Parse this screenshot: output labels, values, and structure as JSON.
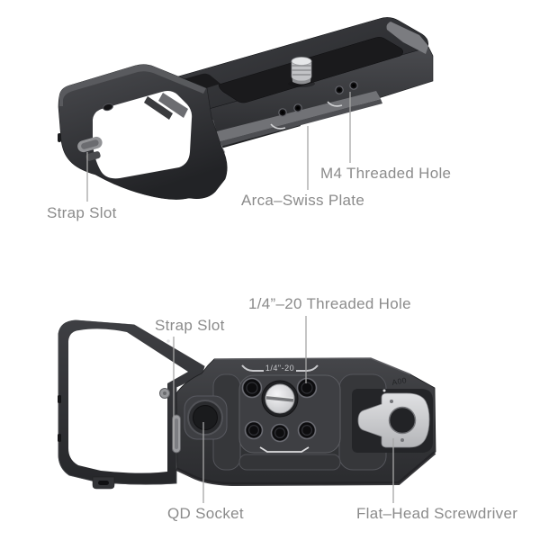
{
  "page": {
    "background": "#ffffff",
    "label_color": "#8b8b8b",
    "leader_line_color": "#a6a6a6"
  },
  "product": {
    "body_color": "#2e2f32",
    "dovetail_gray": "#717276",
    "screw_silver": "#d6d7d9",
    "screwdriver_silver": "#c9cacc"
  },
  "figures": {
    "top": {
      "name": "base-plate-top-three-quarter-view",
      "labels": {
        "strap_slot": "Strap Slot",
        "arca_swiss_plate": "Arca–Swiss Plate",
        "m4_threaded_hole": "M4 Threaded Hole"
      }
    },
    "bottom": {
      "name": "base-plate-bottom-view",
      "labels": {
        "quarter_20_threaded_hole": "1/4”–20 Threaded Hole",
        "strap_slot": "Strap Slot",
        "qd_socket": "QD Socket",
        "flat_head_screwdriver": "Flat–Head Screwdriver"
      },
      "engravings": {
        "thread_spec": "1/4\"-20",
        "batch_code": "A00"
      }
    }
  }
}
